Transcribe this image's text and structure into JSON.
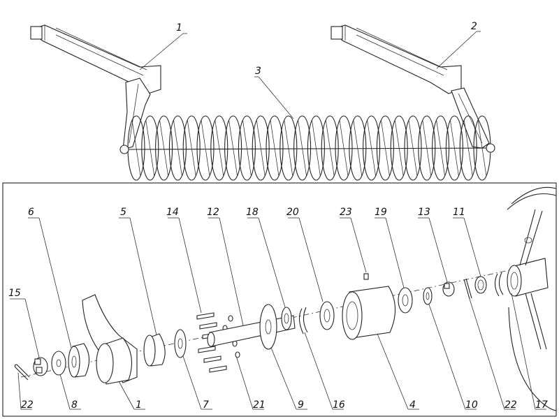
{
  "top_labels": {
    "l1": "1",
    "l2": "2",
    "l3": "3"
  },
  "detail_labels": {
    "l15": "15",
    "l6": "6",
    "l5": "5",
    "l14": "14",
    "l12": "12",
    "l18": "18",
    "l20": "20",
    "l23": "23",
    "l19": "19",
    "l13": "13",
    "l11": "11",
    "b22a": "22",
    "b8": "8",
    "b1": "1",
    "b7": "7",
    "b21": "21",
    "b9": "9",
    "b16": "16",
    "b4": "4",
    "b10": "10",
    "b22b": "22",
    "b17": "17"
  }
}
